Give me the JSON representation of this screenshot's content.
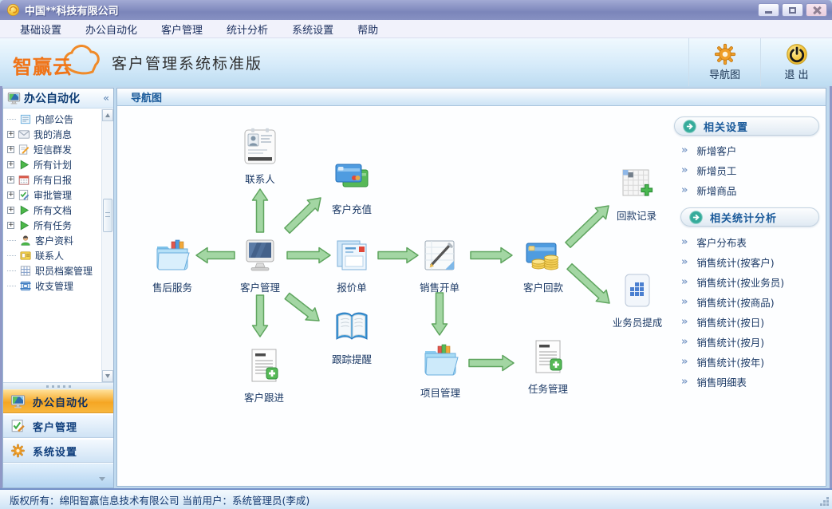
{
  "window": {
    "title": "中国**科技有限公司"
  },
  "menu": {
    "items": [
      "基础设置",
      "办公自动化",
      "客户管理",
      "统计分析",
      "系统设置",
      "帮助"
    ]
  },
  "banner": {
    "logo_text": "智赢云",
    "app_title": "客户管理系统标准版",
    "actions": [
      {
        "label": "导航图",
        "icon": "gear-icon"
      },
      {
        "label": "退 出",
        "icon": "power-icon"
      }
    ]
  },
  "sidebar": {
    "panel_title": "办公自动化",
    "tree": [
      {
        "label": "内部公告",
        "icon": "bulletin-icon",
        "expandable": false
      },
      {
        "label": "我的消息",
        "icon": "mail-icon",
        "expandable": true
      },
      {
        "label": "短信群发",
        "icon": "sms-icon",
        "expandable": true
      },
      {
        "label": "所有计划",
        "icon": "play-icon",
        "expandable": true
      },
      {
        "label": "所有日报",
        "icon": "calendar-icon",
        "expandable": true
      },
      {
        "label": "审批管理",
        "icon": "approval-icon",
        "expandable": true
      },
      {
        "label": "所有文档",
        "icon": "play-icon",
        "expandable": true
      },
      {
        "label": "所有任务",
        "icon": "play-icon",
        "expandable": true
      },
      {
        "label": "客户资料",
        "icon": "person-icon",
        "expandable": false
      },
      {
        "label": "联系人",
        "icon": "idcard-icon",
        "expandable": false
      },
      {
        "label": "职员档案管理",
        "icon": "grid-icon",
        "expandable": false
      },
      {
        "label": "收支管理",
        "icon": "finance-icon",
        "expandable": false
      }
    ],
    "nav_buttons": [
      {
        "label": "办公自动化",
        "icon": "monitor-icon",
        "active": true
      },
      {
        "label": "客户管理",
        "icon": "pen-check-icon",
        "active": false
      },
      {
        "label": "系统设置",
        "icon": "gear-icon",
        "active": false
      }
    ]
  },
  "main": {
    "tab_label": "导航图",
    "flowchart": {
      "nodes": [
        {
          "label": "联系人",
          "icon": "contact-card-icon"
        },
        {
          "label": "客户充值",
          "icon": "credit-cards-icon"
        },
        {
          "label": "售后服务",
          "icon": "folder-books-icon"
        },
        {
          "label": "客户管理",
          "icon": "computer-icon"
        },
        {
          "label": "报价单",
          "icon": "quotation-doc-icon"
        },
        {
          "label": "销售开单",
          "icon": "order-pad-icon"
        },
        {
          "label": "客户回款",
          "icon": "card-coins-icon"
        },
        {
          "label": "回款记录",
          "icon": "sheet-plus-icon"
        },
        {
          "label": "业务员提成",
          "icon": "blocks-icon"
        },
        {
          "label": "跟踪提醒",
          "icon": "open-book-icon"
        },
        {
          "label": "客户跟进",
          "icon": "doc-plus-icon"
        },
        {
          "label": "项目管理",
          "icon": "open-folder-icon"
        },
        {
          "label": "任务管理",
          "icon": "doc-plus-icon"
        }
      ]
    },
    "related_settings": {
      "title": "相关设置",
      "items": [
        "新增客户",
        "新增员工",
        "新增商品"
      ]
    },
    "related_stats": {
      "title": "相关统计分析",
      "items": [
        "客户分布表",
        "销售统计(按客户)",
        "销售统计(按业务员)",
        "销售统计(按商品)",
        "销售统计(按日)",
        "销售统计(按月)",
        "销售统计(按年)",
        "销售明细表"
      ]
    }
  },
  "statusbar": {
    "text": "版权所有：绵阳智赢信息技术有限公司 当前用户：系统管理员(李成)"
  }
}
